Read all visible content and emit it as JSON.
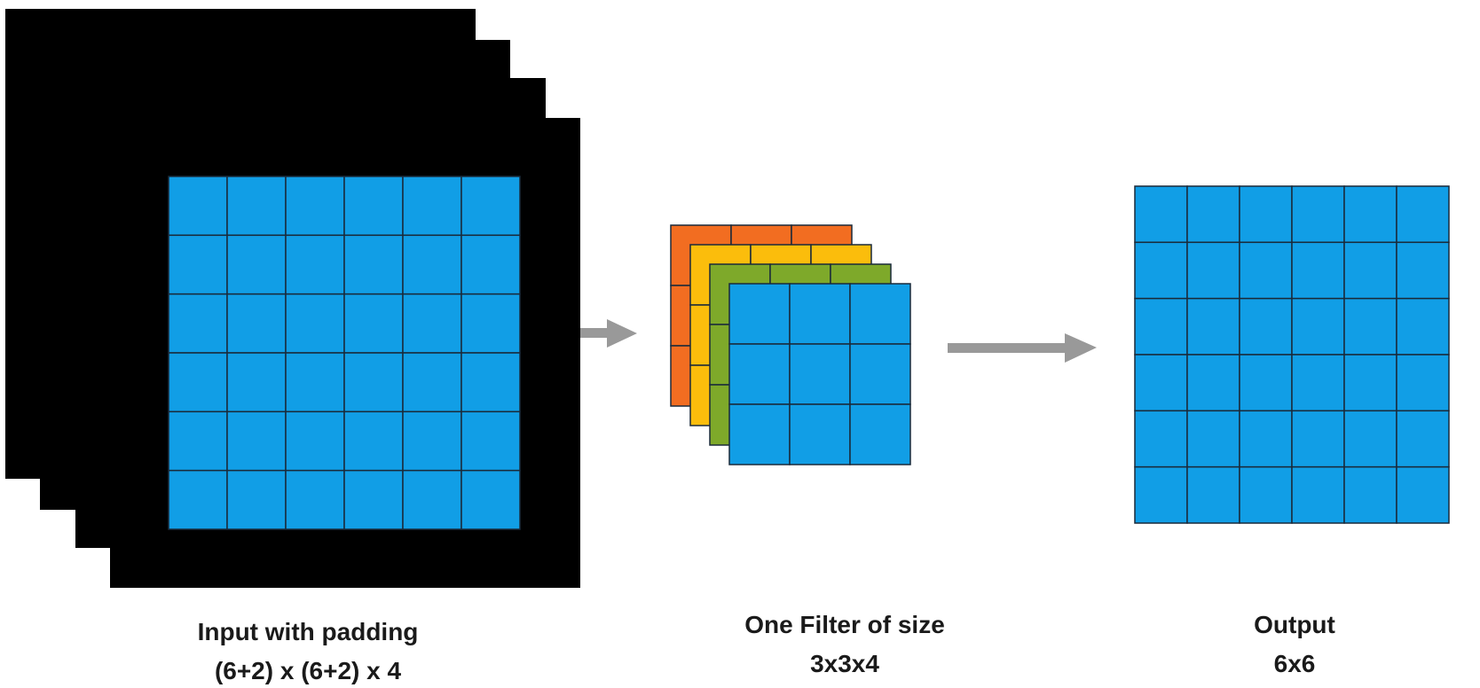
{
  "input": {
    "label_line1": "Input with padding",
    "label_line2": "(6+2) x (6+2) x 4",
    "rows": 6,
    "cols": 6,
    "padding_color": "#000000",
    "cell_color": "#119ee6"
  },
  "filter": {
    "label_line1": "One Filter of size",
    "label_line2": "3x3x4",
    "rows": 3,
    "cols": 3,
    "channel_colors": [
      "#f26d21",
      "#fbbd0c",
      "#7ea92a",
      "#119ee6"
    ]
  },
  "output": {
    "label_line1": "Output",
    "label_line2": "6x6",
    "rows": 6,
    "cols": 6,
    "cell_color": "#119ee6"
  },
  "arrow_color": "#999999",
  "grid_line_color": "#1a2a3a"
}
